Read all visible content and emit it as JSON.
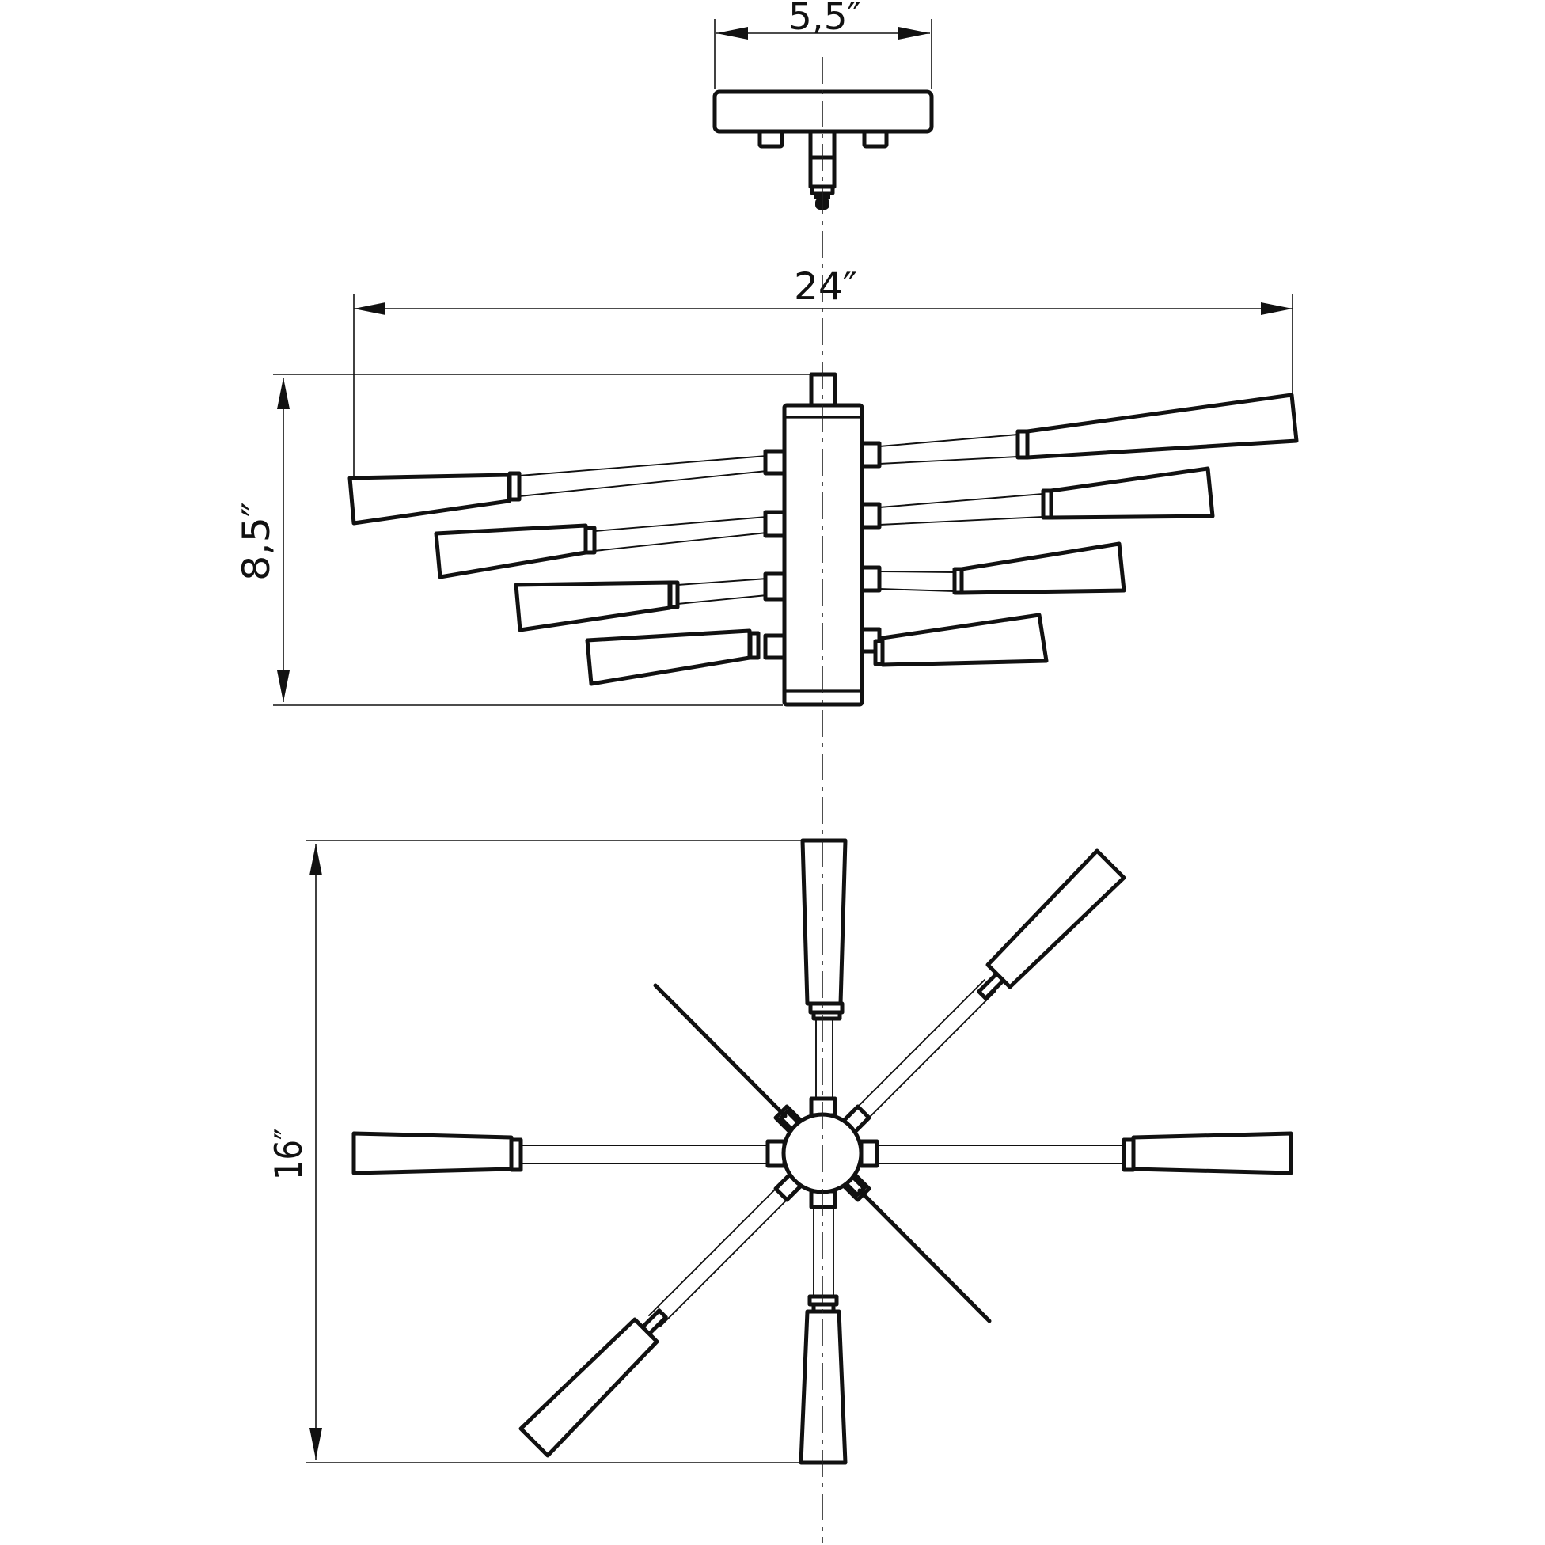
{
  "page": {
    "background": "#ffffff",
    "line_color": "#111111"
  },
  "drawing": {
    "kind": "technical dimension drawing",
    "subject": "8-arm sputnik ceiling light fixture",
    "arm_count": 8,
    "views": {
      "canopy": {
        "name": "canopy-elevation-view"
      },
      "side": {
        "name": "side-elevation-view"
      },
      "plan": {
        "name": "plan-view"
      }
    }
  },
  "dimensions": {
    "canopy_width": {
      "label": "5,5″"
    },
    "fixture_width": {
      "label": "24″"
    },
    "fixture_height": {
      "label": "8,5″"
    },
    "plan_depth": {
      "label": "16″"
    }
  }
}
